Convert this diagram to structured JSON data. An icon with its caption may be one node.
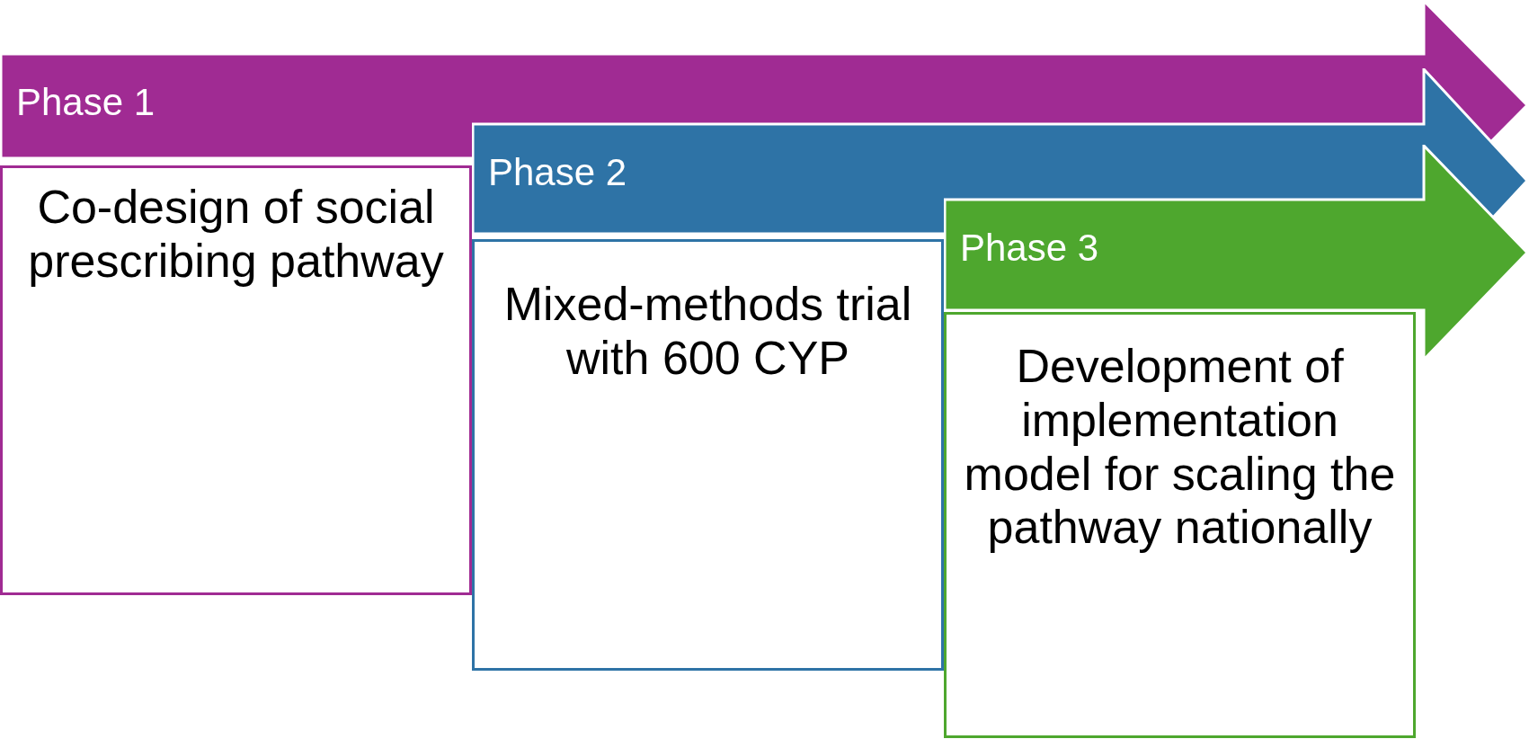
{
  "diagram": {
    "nodes": [
      {
        "text": [
          "Phase 1"
        ]
      },
      {
        "text": [
          "Co-design of social prescribing pathway"
        ]
      },
      {
        "text": [
          "Phase 2"
        ]
      },
      {
        "text": [
          "Mixed-methods trial with 600 CYP"
        ]
      },
      {
        "text": [
          "Phase 3"
        ]
      },
      {
        "text": [
          "Development of implementation model for scaling the pathway nationally"
        ]
      }
    ],
    "edges": []
  }
}
